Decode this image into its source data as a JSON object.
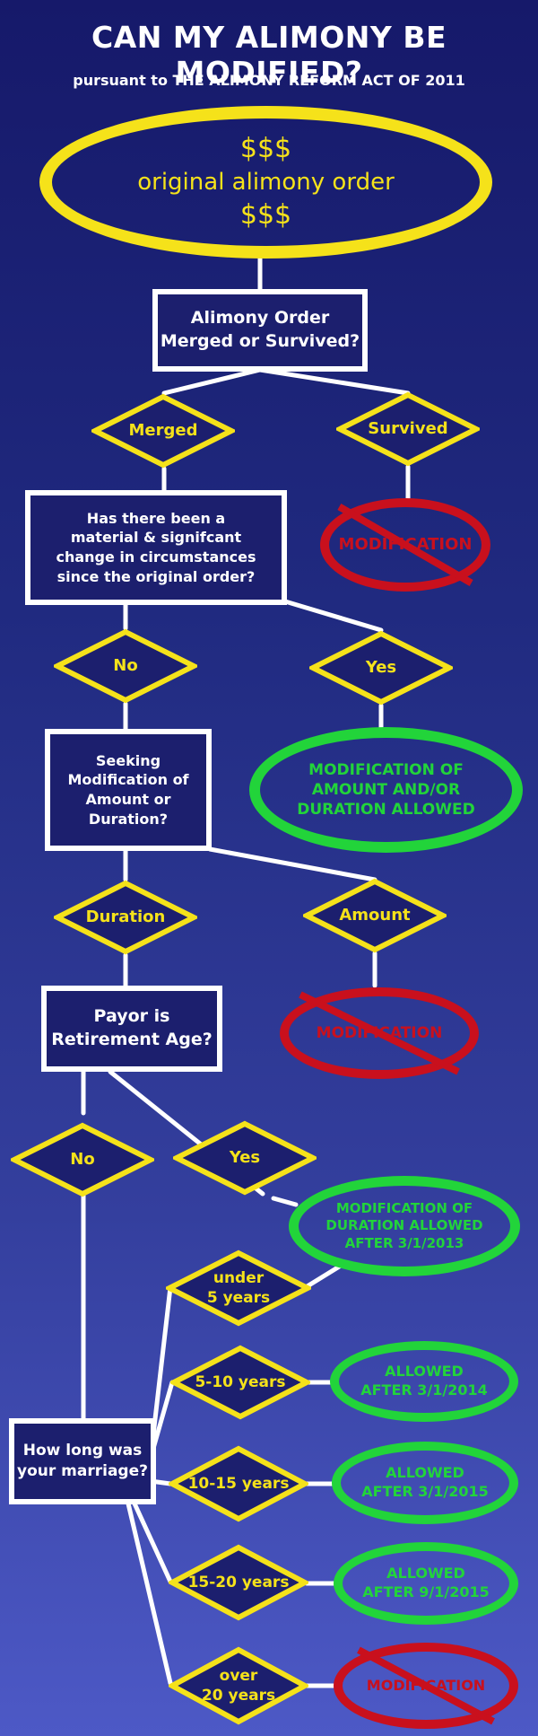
{
  "header": {
    "title": "CAN MY ALIMONY BE MODIFIED?",
    "subtitle": "pursuant to THE ALIMONY REFORM ACT OF 2011"
  },
  "start": {
    "top": "$$$",
    "label": "original alimony order",
    "bottom": "$$$"
  },
  "q_merged": {
    "line1": "Alimony Order",
    "line2": "Merged or Survived?"
  },
  "d_merged": "Merged",
  "d_survived": "Survived",
  "no_mod_1": "MODIFICATION",
  "q_change": {
    "line1": "Has there been a",
    "line2": "material & signifcant",
    "line3": "change in circumstances",
    "line4": "since the original order?"
  },
  "d_no_1": "No",
  "d_yes_1": "Yes",
  "allowed_amount": {
    "line1": "MODIFICATION OF",
    "line2": "AMOUNT AND/OR",
    "line3": "DURATION ALLOWED"
  },
  "q_seeking": {
    "line1": "Seeking",
    "line2": "Modification of",
    "line3": "Amount or",
    "line4": "Duration?"
  },
  "d_duration": "Duration",
  "d_amount": "Amount",
  "no_mod_2": "MODIFICATION",
  "q_retire": {
    "line1": "Payor is",
    "line2": "Retirement Age?"
  },
  "d_no_2": "No",
  "d_yes_2": "Yes",
  "allowed_2013": {
    "line1": "MODIFICATION OF",
    "line2": "DURATION ALLOWED",
    "line3": "AFTER 3/1/2013"
  },
  "q_marriage": {
    "line1": "How long was",
    "line2": "your marriage?"
  },
  "d_under5": {
    "line1": "under",
    "line2": "5 years"
  },
  "d_5_10": "5-10 years",
  "d_10_15": "10-15 years",
  "d_15_20": "15-20 years",
  "d_over20": {
    "line1": "over",
    "line2": "20 years"
  },
  "allowed_2014": {
    "line1": "ALLOWED",
    "line2": "AFTER 3/1/2014"
  },
  "allowed_2015a": {
    "line1": "ALLOWED",
    "line2": "AFTER 3/1/2015"
  },
  "allowed_2015b": {
    "line1": "ALLOWED",
    "line2": "AFTER 9/1/2015"
  },
  "no_mod_3": "MODIFICATION",
  "colors": {
    "yellow": "#f5e21a",
    "green": "#22d43a",
    "red": "#c9101d",
    "white": "#ffffff",
    "navy": "#1c1f6e"
  }
}
